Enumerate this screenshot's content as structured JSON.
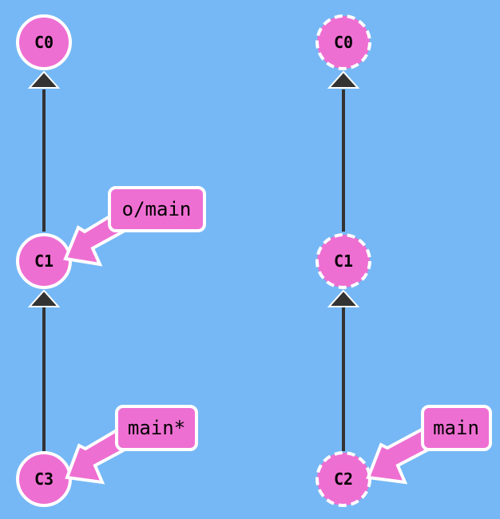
{
  "colors": {
    "background": "#76b8f5",
    "commit_fill": "#ee6fd2",
    "branch_fill": "#ee6fd2",
    "outline": "#ffffff",
    "edge": "#333333"
  },
  "local_repo": {
    "commits": [
      {
        "id": "C0",
        "label": "C0",
        "parent": null
      },
      {
        "id": "C1",
        "label": "C1",
        "parent": "C0"
      },
      {
        "id": "C3",
        "label": "C3",
        "parent": "C1"
      }
    ],
    "branches": [
      {
        "label": "o/main",
        "target": "C1"
      },
      {
        "label": "main*",
        "target": "C3"
      }
    ]
  },
  "remote_repo": {
    "commits": [
      {
        "id": "C0",
        "label": "C0",
        "parent": null
      },
      {
        "id": "C1",
        "label": "C1",
        "parent": "C0"
      },
      {
        "id": "C2",
        "label": "C2",
        "parent": "C1"
      }
    ],
    "branches": [
      {
        "label": "main",
        "target": "C2"
      }
    ]
  }
}
